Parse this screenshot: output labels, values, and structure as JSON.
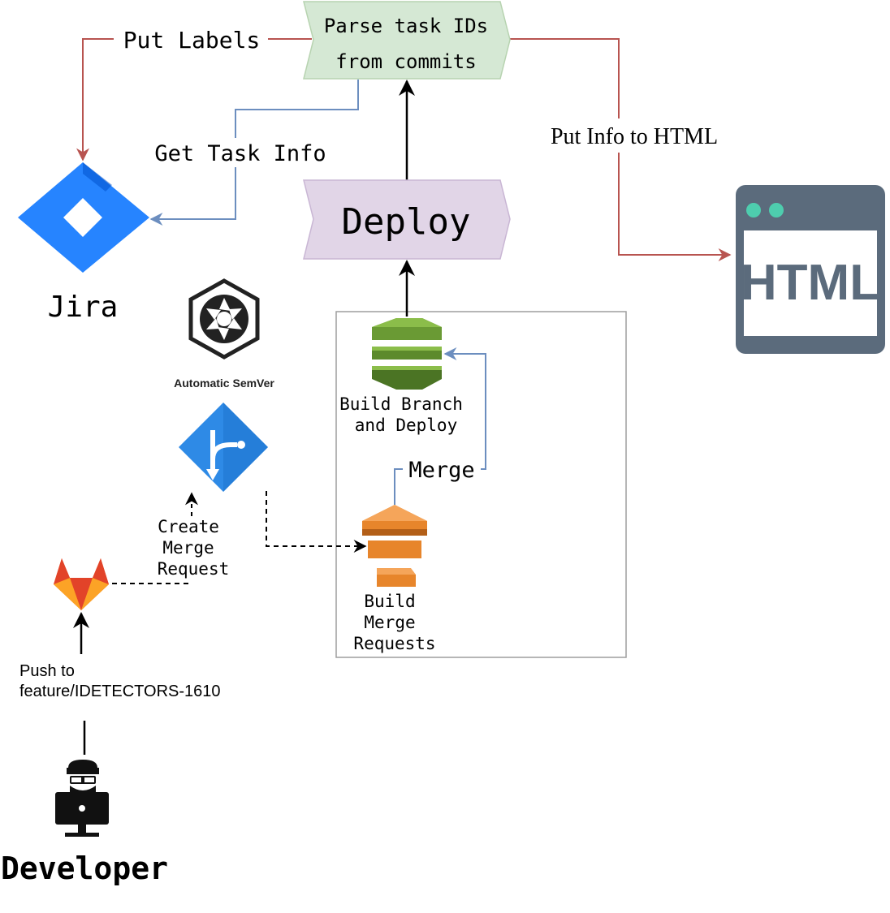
{
  "nodes": {
    "parse": {
      "line1": "Parse task IDs",
      "line2": "from commits",
      "fill": "#d5e8d4",
      "stroke": "#b7d3b0"
    },
    "deploy": {
      "label": "Deploy",
      "fill": "#e1d5e7",
      "stroke": "#c9b6d4"
    },
    "jira": {
      "label": "Jira",
      "color": "#2684ff",
      "icon": "jira-logo-icon"
    },
    "html": {
      "label": "HTML",
      "color": "#5b6b7c",
      "dot_color": "#4ecdae",
      "icon": "browser-window-icon"
    },
    "semver": {
      "label": "Automatic SemVer",
      "icon": "aperture-hexagon-icon"
    },
    "merge_icon": {
      "color": "#2e8ae6",
      "icon": "merge-diamond-icon"
    },
    "build_branch": {
      "line1": "Build Branch",
      "line2": "and Deploy",
      "color": "#6a9a34",
      "icon": "stacked-layers-green-icon"
    },
    "build_mr": {
      "line1": "Build",
      "line2": "Merge",
      "line3": "Requests",
      "color": "#e7852b",
      "icon": "stacked-layers-orange-icon"
    },
    "gitlab": {
      "icon": "gitlab-fox-icon"
    },
    "developer": {
      "label": "Developer",
      "icon": "developer-at-computer-icon"
    }
  },
  "edges": {
    "put_labels": {
      "label": "Put Labels",
      "color": "#b85450"
    },
    "get_task_info": {
      "label": "Get Task Info",
      "color": "#6c8ebf"
    },
    "put_info_html": {
      "label": "Put Info to HTML",
      "color": "#b85450"
    },
    "merge": {
      "label": "Merge",
      "color": "#6c8ebf"
    },
    "create_mr": {
      "line1": "Create",
      "line2": "Merge",
      "line3": "Request"
    },
    "push": {
      "line1": "Push to",
      "line2": "feature/IDETECTORS-1610"
    }
  }
}
